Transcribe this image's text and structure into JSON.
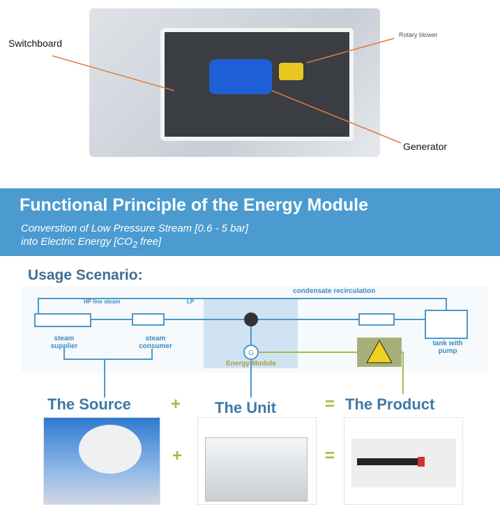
{
  "machine": {
    "labels": {
      "switchboard": "Switchboard",
      "rotary_blower": "Rotary blower",
      "generator": "Generator"
    }
  },
  "banner": {
    "title": "Functional Principle of the Energy Module",
    "subtitle_line1": "Converstion of Low Pressure Stream [0.6 - 5 bar]",
    "subtitle_line2_pre": "into Electric Energy [CO",
    "subtitle_sub": "2",
    "subtitle_line2_post": " free]"
  },
  "usage": {
    "title": "Usage Scenario:",
    "diagram": {
      "condensate": "condensate recirculation",
      "hp_line": "HP line steam",
      "lp": "LP",
      "steam_supplier": "steam supplier",
      "steam_consumer": "steam consumer",
      "energy_module": "Energy Module",
      "generator": "G",
      "tank": "tank with pump"
    }
  },
  "equation": {
    "source": "The Source",
    "plus": "+",
    "unit": "The Unit",
    "equals": "=",
    "product": "The Product"
  },
  "colors": {
    "banner": "#4b9bd0",
    "heading": "#3d7aa8",
    "operator": "#9cbf3b"
  }
}
